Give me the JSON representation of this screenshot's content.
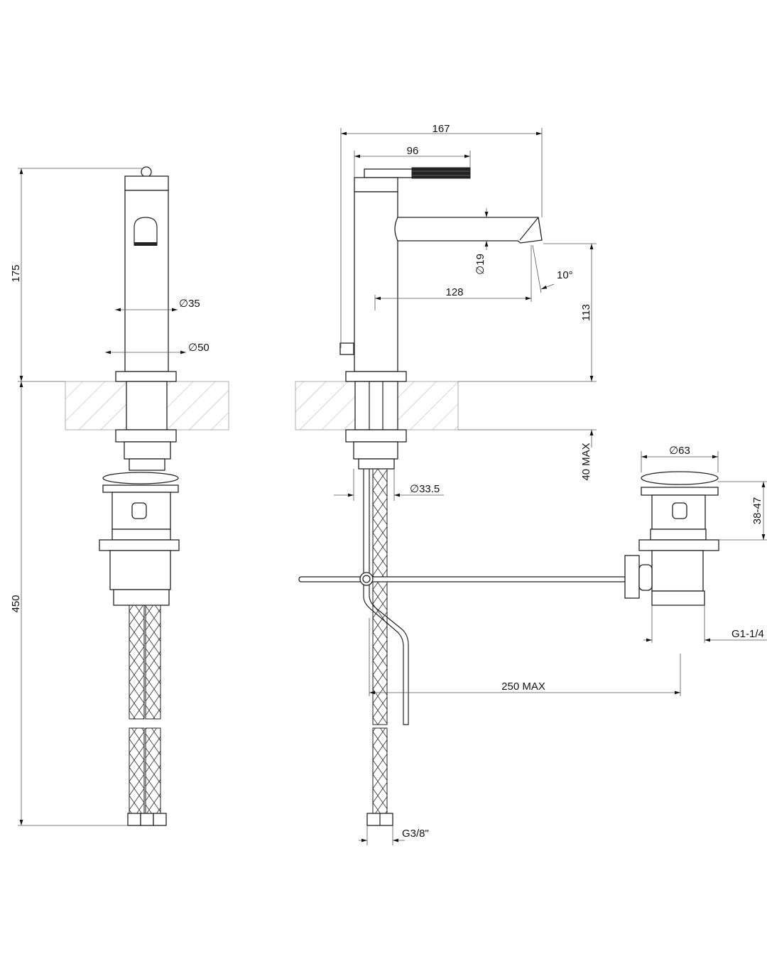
{
  "drawing": {
    "front_view": {
      "dim_total_height_upper": "175",
      "dim_total_height_lower": "450",
      "dim_body_diameter": "∅35",
      "dim_base_diameter": "∅50"
    },
    "side_view": {
      "dim_overall_length": "167",
      "dim_lever_length": "96",
      "dim_spout_diameter": "∅19",
      "dim_spout_angle": "10°",
      "dim_spout_reach": "128",
      "dim_spout_height": "113",
      "dim_deck_thickness": "40 MAX",
      "dim_shank_diameter": "∅33.5",
      "dim_hose_thread": "G3/8\"",
      "dim_rod_length": "250 MAX"
    },
    "waste_view": {
      "dim_cap_diameter": "∅63",
      "dim_basin_thickness": "38-47",
      "dim_waste_thread": "G1-1/4"
    }
  }
}
